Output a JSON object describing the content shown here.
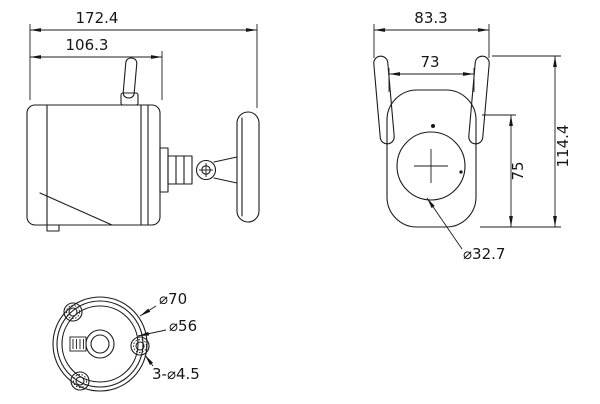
{
  "drawing": {
    "side_view": {
      "total_length": "172.4",
      "body_length": "106.3"
    },
    "front_view": {
      "total_width": "83.3",
      "face_width": "73",
      "total_height": "114.4",
      "face_height": "75",
      "lens_diameter": "⌀32.7"
    },
    "bottom_view": {
      "outer_diameter": "⌀70",
      "inner_diameter": "⌀56",
      "mounting_holes": "3-⌀4.5"
    }
  }
}
